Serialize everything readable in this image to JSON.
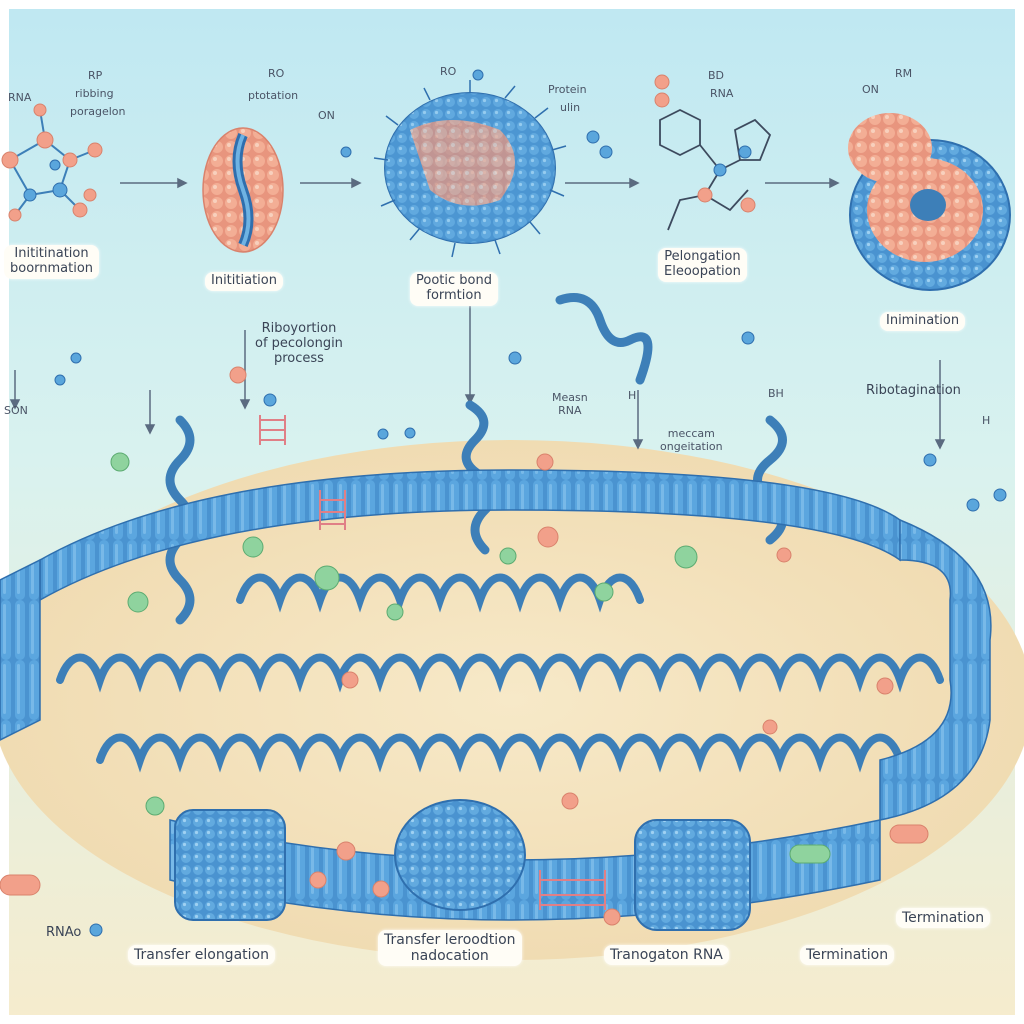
{
  "colors": {
    "sky_top": "#bfe8f2",
    "sky_bottom": "#eaf7f1",
    "sand": "#f4e3c2",
    "membrane": "#4a93d0",
    "membrane_dark": "#2f6fae",
    "protein_pink": "#f0a48c",
    "protein_blue": "#5aa6dc",
    "vesicle_green": "#8fd39e",
    "vesicle_pink": "#f2a08a",
    "ladder_pink": "#e07f86"
  },
  "labels": {
    "top_left_rna": "RNA",
    "top_left_small_a": "RP",
    "top_left_small_b": "ribbing",
    "top_left_small_c": "poragelon",
    "top_ro": "RO",
    "top_ptotation": "ptotation",
    "top_on": "ON",
    "top_rd": "RO",
    "top_protein": "Protein",
    "top_ulin": "ulin",
    "top_bd": "BD",
    "top_rna_right": "RNA",
    "top_on_right": "ON",
    "top_rm": "RM",
    "initiation_left_line1": "Inititination",
    "initiation_left_line2": "boornmation",
    "initiation_mid": "Inititiation",
    "peptide_line1": "Pootic bond",
    "peptide_line2": "formtion",
    "elongation_line1": "Pelongation",
    "elongation_line2": "Eleoopation",
    "initiation_right": "Inimination",
    "ribosome_line1": "Riboyortion",
    "ribosome_line2": "of pecolongin",
    "ribosome_line3": "process",
    "messenger_line1": "Measn",
    "messenger_line2": "RNA",
    "mexamin_line1": "meccam",
    "mexamin_line2": "ongeitation",
    "ribotagination": "Ribotagination",
    "son": "SON",
    "h_left": "H",
    "h_right": "H",
    "bh": "BH",
    "rna_bottom": "RNAo",
    "transfer_elongation": "Transfer elongation",
    "transfer_relocation_line1": "Transfer leroodtion",
    "transfer_relocation_line2": "nadocation",
    "transcription_rna": "Tranogaton RNA",
    "termination_1": "Termination",
    "termination_2": "Termination"
  }
}
